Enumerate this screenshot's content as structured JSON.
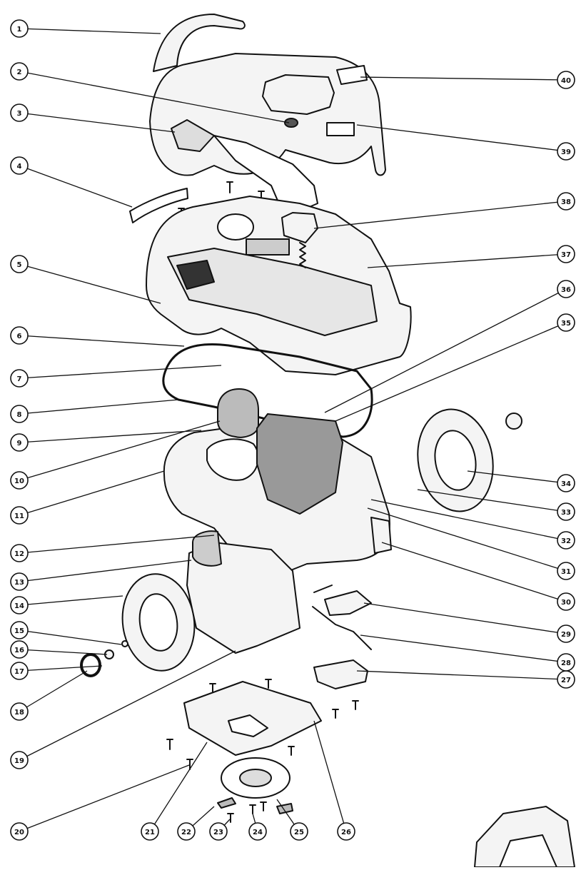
{
  "diagram": {
    "callouts": [
      {
        "label": "1"
      },
      {
        "label": "2"
      },
      {
        "label": "3"
      },
      {
        "label": "4"
      },
      {
        "label": "5"
      },
      {
        "label": "6"
      },
      {
        "label": "7"
      },
      {
        "label": "8"
      },
      {
        "label": "9"
      },
      {
        "label": "10"
      },
      {
        "label": "11"
      },
      {
        "label": "12"
      },
      {
        "label": "13"
      },
      {
        "label": "14"
      },
      {
        "label": "15"
      },
      {
        "label": "16"
      },
      {
        "label": "17"
      },
      {
        "label": "18"
      },
      {
        "label": "19"
      },
      {
        "label": "20"
      },
      {
        "label": "21"
      },
      {
        "label": "22"
      },
      {
        "label": "23"
      },
      {
        "label": "24"
      },
      {
        "label": "25"
      },
      {
        "label": "26"
      },
      {
        "label": "27"
      },
      {
        "label": "28"
      },
      {
        "label": "29"
      },
      {
        "label": "30"
      },
      {
        "label": "31"
      },
      {
        "label": "32"
      },
      {
        "label": "33"
      },
      {
        "label": "34"
      },
      {
        "label": "35"
      },
      {
        "label": "36"
      },
      {
        "label": "37"
      },
      {
        "label": "38"
      },
      {
        "label": "39"
      },
      {
        "label": "40"
      }
    ],
    "colors": {
      "line": "#111111",
      "background": "#ffffff",
      "part_fill": "#f4f4f4"
    }
  }
}
